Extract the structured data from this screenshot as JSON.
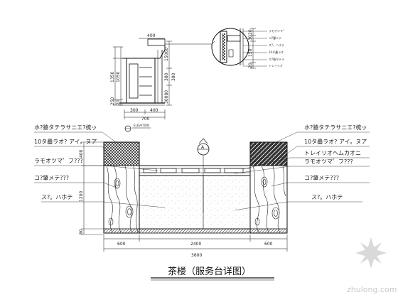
{
  "drawing": {
    "title": "茶楼（服务台详图）",
    "watermark": "zhulong.com",
    "section_marker": "A",
    "section_elevation_label": "ELEVATION",
    "labels_left": [
      "ホ?猿タテラサニエ?梳ッ",
      "10タ蠱ラオ? アイ。ヌア",
      "ラモオツマ゜フ???",
      "コ?肇メテ???",
      "ス?。ハホテ"
    ],
    "labels_right": [
      "ホ?猿タテラサニエ?梳ッ",
      "10タ蠱ラオ? アイ。ヌア",
      "トレイリオヘムカオニ",
      "ラモオツマ゜フ???",
      "コ?肇メテ???",
      "ス?。ハホテ"
    ],
    "detail_labels": [
      "ラモオツマ゜",
      "コ?肇メテ",
      "ス?。ハホテ",
      "10タ蠱ラオ",
      "ホ?猿タテラ",
      "トレイリオ"
    ],
    "main_dims_bottom": [
      "600",
      "2400",
      "600"
    ],
    "main_dim_total": "3600",
    "main_dims_left": [
      "400",
      "1200",
      "80"
    ],
    "section_dims_top": [
      "400"
    ],
    "section_dims_bottom": [
      "300",
      "400",
      "700"
    ],
    "section_dims_left": [
      "1350",
      "1050",
      "250",
      "20"
    ],
    "section_dims_right": [
      "15060",
      "380",
      "380",
      "30080"
    ],
    "detail_dims_right": [
      "20",
      "30",
      "150",
      "20"
    ]
  }
}
